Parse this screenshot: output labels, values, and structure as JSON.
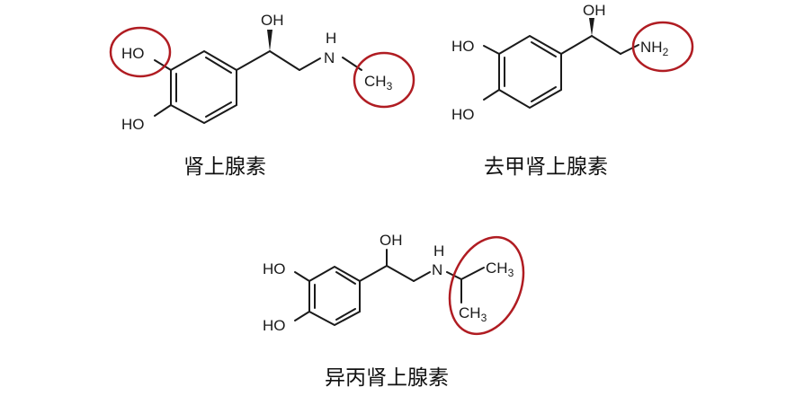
{
  "colors": {
    "highlight": "#b01c22",
    "bond": "#1a1a1a"
  },
  "molecules": [
    {
      "name": "肾上腺素",
      "labels": {
        "ho_top": "HO",
        "ho_bottom": "HO",
        "oh": "OH",
        "n": "N",
        "h": "H",
        "ch": "CH",
        "sub3": "3"
      }
    },
    {
      "name": "去甲肾上腺素",
      "labels": {
        "ho_top": "HO",
        "ho_bottom": "HO",
        "oh": "OH",
        "nh": "NH",
        "sub2": "2"
      }
    },
    {
      "name": "异丙肾上腺素",
      "labels": {
        "ho_top": "HO",
        "ho_bottom": "HO",
        "oh": "OH",
        "n": "N",
        "h": "H",
        "ch_a": "CH",
        "ch_b": "CH",
        "sub3": "3"
      }
    }
  ]
}
